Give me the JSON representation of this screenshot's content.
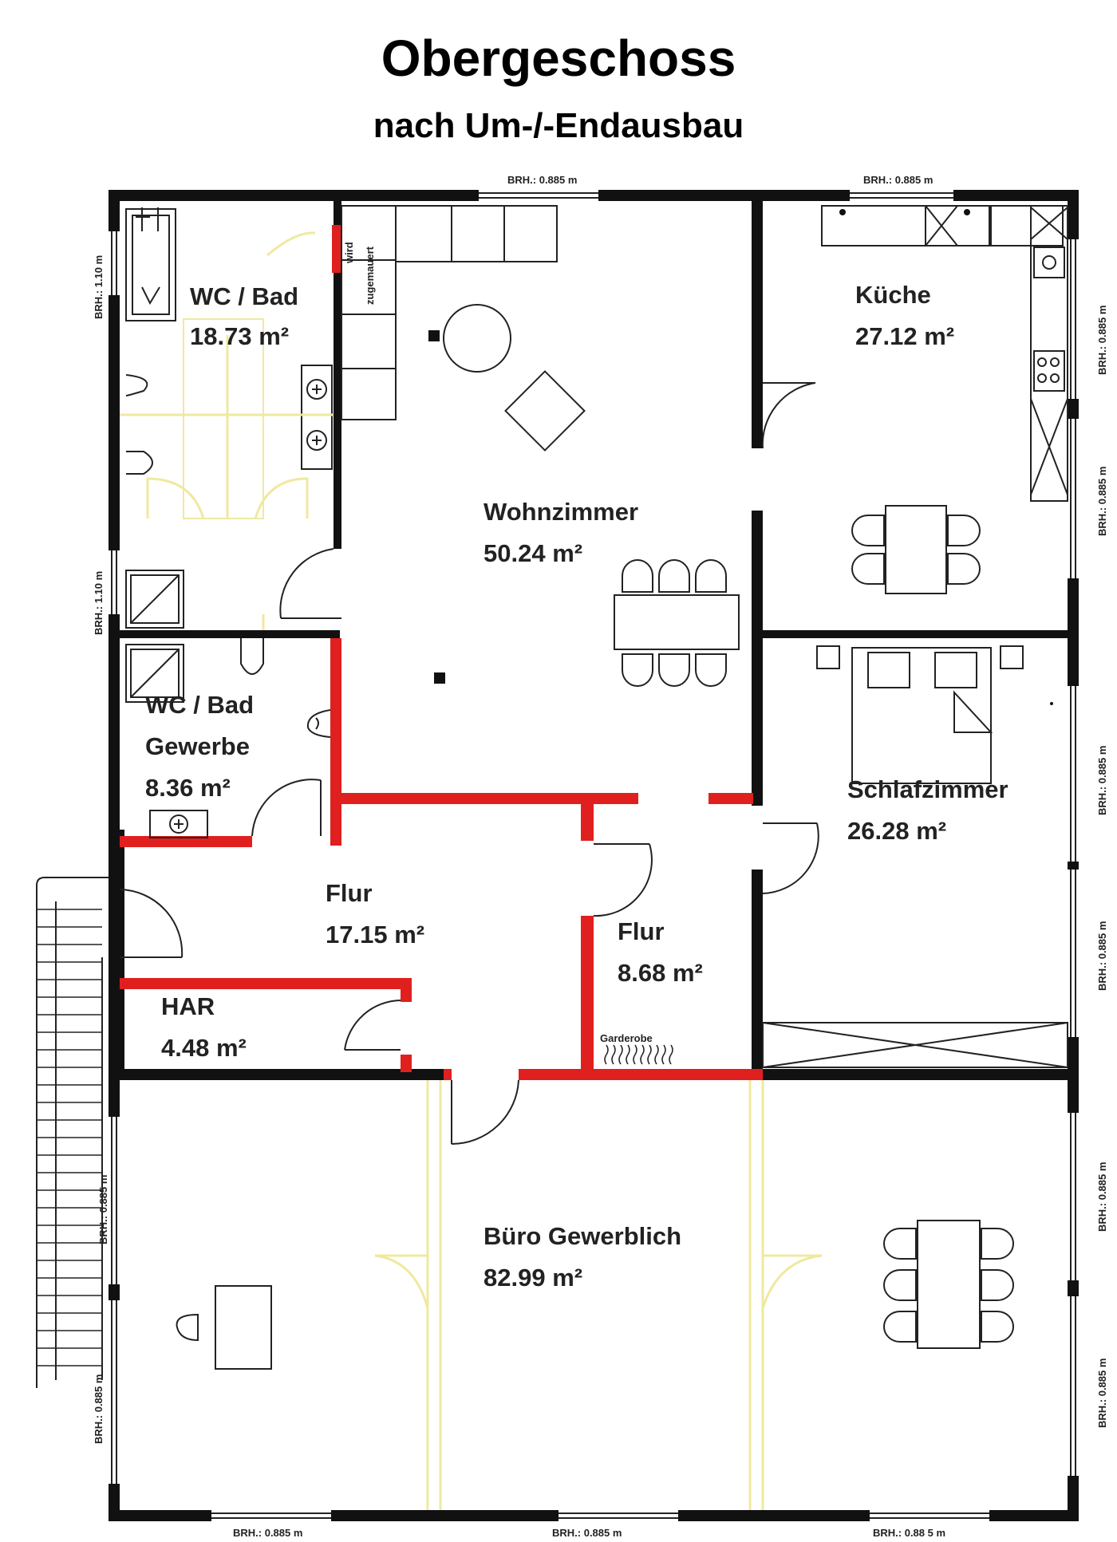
{
  "header": {
    "title": "Obergeschoss",
    "subtitle": "nach Um-/-Endausbau"
  },
  "rooms": [
    {
      "name": "WC / Bad",
      "area": "18.73 m²"
    },
    {
      "name": "Wohnzimmer",
      "area": "50.24 m²"
    },
    {
      "name": "Küche",
      "area": "27.12 m²"
    },
    {
      "name": "WC / Bad",
      "name2": "Gewerbe",
      "area": "8.36 m²"
    },
    {
      "name": "Schlafzimmer",
      "area": "26.28 m²"
    },
    {
      "name": "Flur",
      "area": "17.15 m²"
    },
    {
      "name": "Flur",
      "area": "8.68 m²"
    },
    {
      "name": "HAR",
      "area": "4.48 m²"
    },
    {
      "name": "Büro Gewerblich",
      "area": "82.99 m²"
    }
  ],
  "notes": {
    "wird": "wird",
    "zugemauert": "zugemauert",
    "garderobe": "Garderobe"
  },
  "window_labels": {
    "top1": "BRH.: 0.885 m",
    "top2": "BRH.: 0.885 m",
    "left1": "BRH.: 1.10 m",
    "left2": "BRH.: 1.10 m",
    "left3": "BRH.: 0.885 m",
    "left4": "BRH.: 0.885 m",
    "right1": "BRH.: 0.885 m",
    "right2": "BRH.: 0.885 m",
    "right3": "BRH.: 0.885 m",
    "right4": "BRH.: 0.885 m",
    "right5": "BRH.: 0.885 m",
    "right6": "BRH.: 0.885 m",
    "bottom1": "BRH.: 0.885 m",
    "bottom2": "BRH.: 0.885 m",
    "bottom3": "BRH.: 0.88 5 m"
  },
  "colors": {
    "wall": "#111111",
    "new_wall": "#e0201e",
    "background": "#ffffff",
    "old_fixture": "#efe9a0"
  }
}
